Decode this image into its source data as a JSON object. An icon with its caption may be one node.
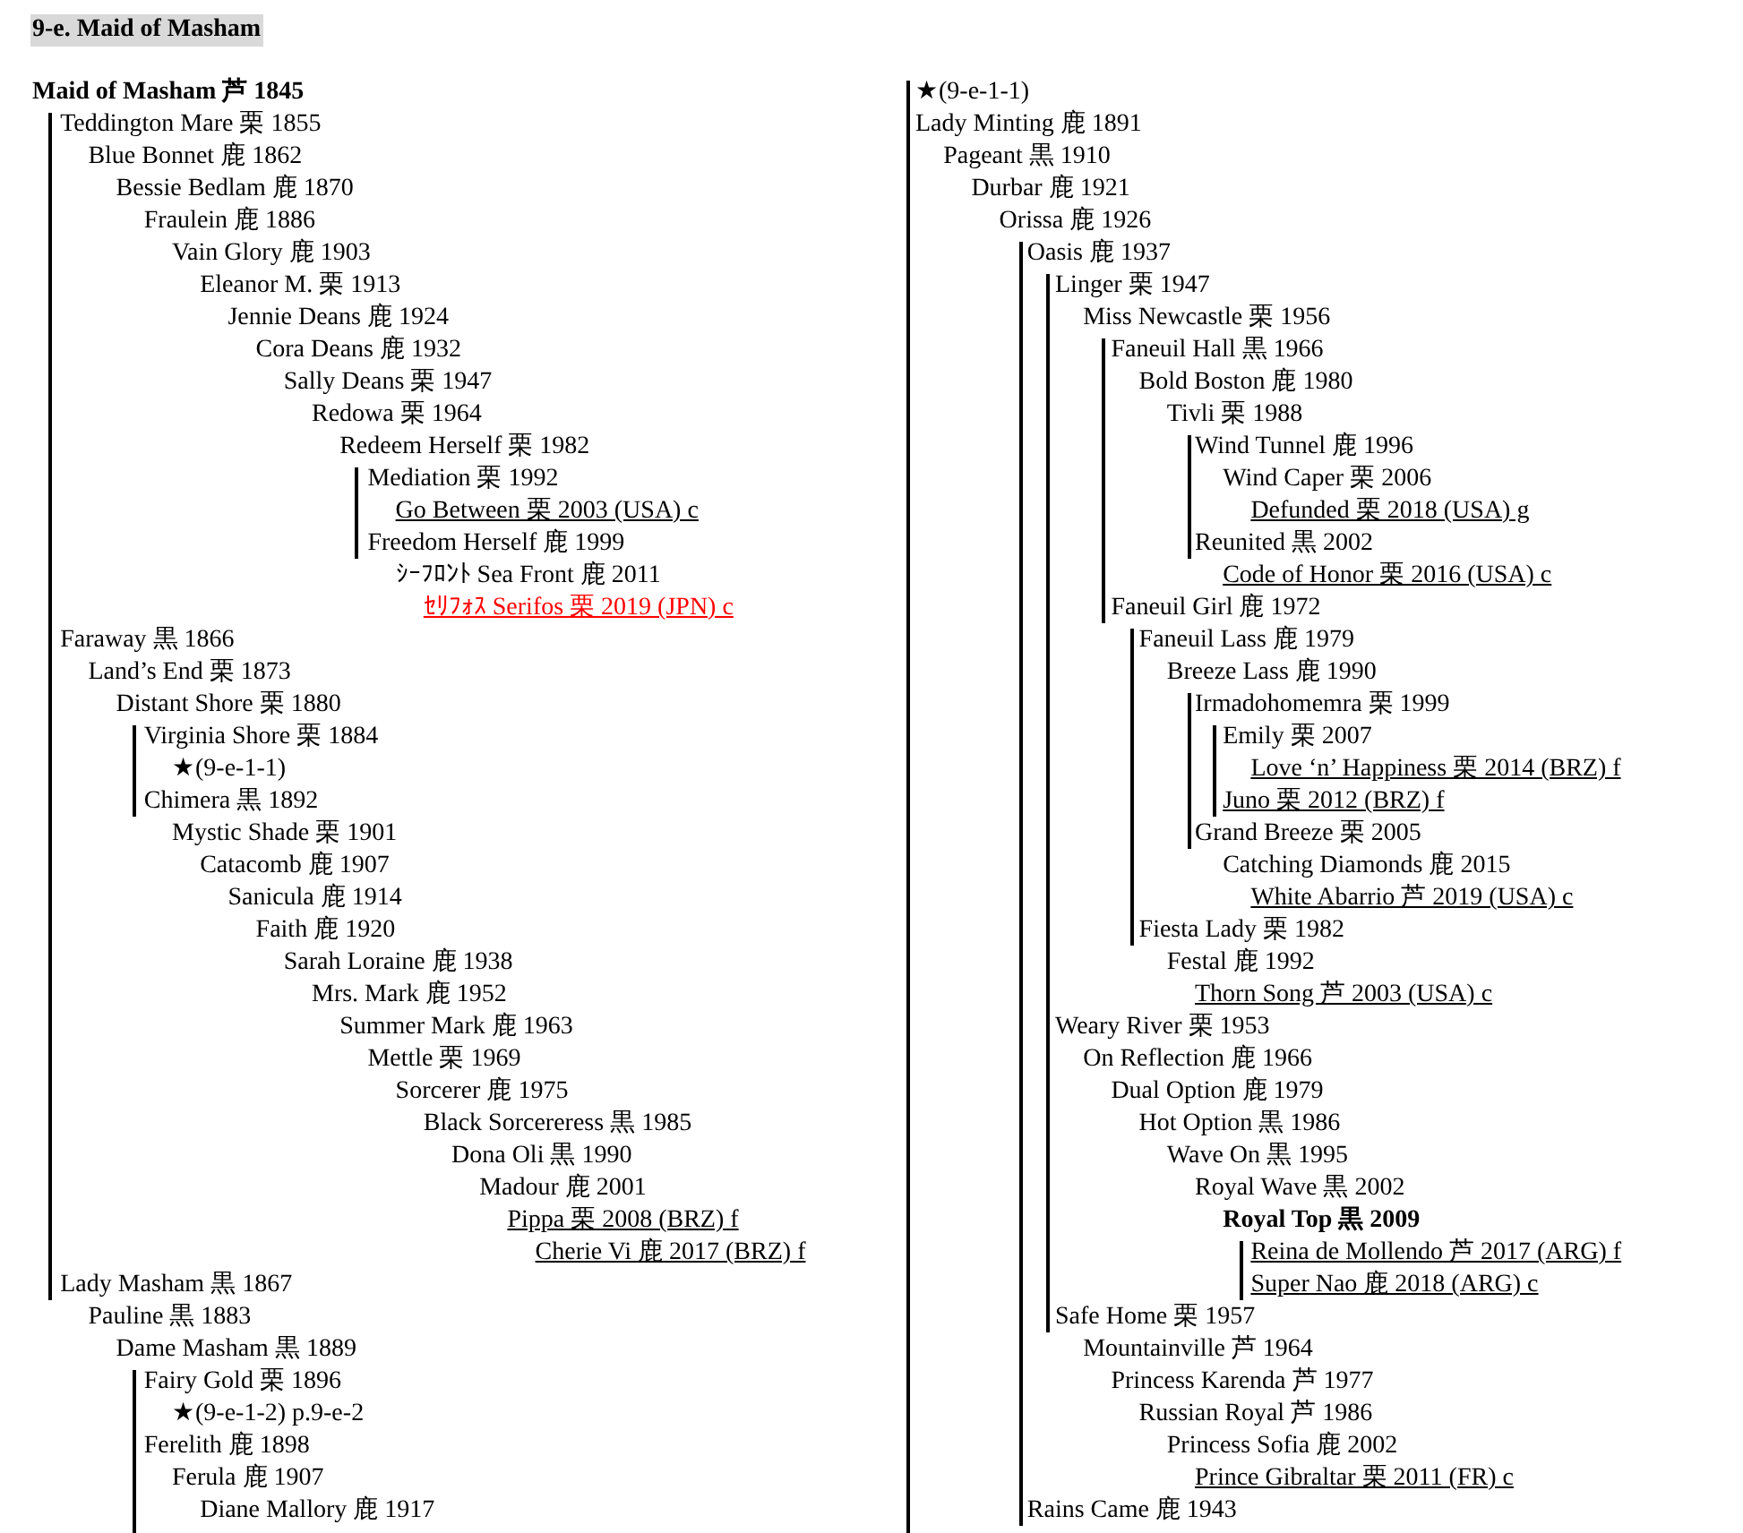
{
  "diagram": {
    "title": "9-e. Maid of Masham",
    "labels": [
      "Maid of Masham 芦 1845",
      "Teddington Mare 栗 1855",
      "Blue Bonnet 鹿 1862",
      "Bessie Bedlam 鹿 1870",
      "Fraulein 鹿 1886",
      "Vain Glory 鹿 1903",
      "Eleanor M. 栗 1913",
      "Jennie Deans 鹿 1924",
      "Cora Deans 鹿 1932",
      "Sally Deans 栗 1947",
      "Redowa 栗 1964",
      "Redeem Herself 栗 1982",
      "Mediation 栗 1992",
      "Go Between 栗 2003 (USA) c",
      "Freedom Herself 鹿 1999",
      "ｼｰﾌﾛﾝﾄ Sea Front 鹿 2011",
      "ｾﾘﾌｫｽ Serifos 栗 2019 (JPN) c",
      "Faraway 黒 1866",
      "Land’s End 栗 1873",
      "Distant Shore 栗 1880",
      "Virginia Shore 栗 1884",
      "★(9-e-1-1)",
      "Chimera 黒 1892",
      "Mystic Shade 栗 1901",
      "Catacomb 鹿 1907",
      "Sanicula 鹿 1914",
      "Faith 鹿 1920",
      "Sarah Loraine 鹿 1938",
      "Mrs. Mark 鹿 1952",
      "Summer Mark 鹿 1963",
      "Mettle 栗 1969",
      "Sorcerer 鹿 1975",
      "Black Sorcereress 黒 1985",
      "Dona Oli 黒 1990",
      "Madour 鹿 2001",
      "Pippa 栗 2008 (BRZ) f",
      "Cherie Vi 鹿 2017 (BRZ) f",
      "Lady Masham 黒 1867",
      "Pauline 黒 1883",
      "Dame Masham 黒 1889",
      "Fairy Gold 栗 1896",
      "★(9-e-1-2) p.9-e-2",
      "Ferelith 鹿 1898",
      "Ferula 鹿 1907",
      "Diane Mallory 鹿 1917",
      "★(9-e-1-1)",
      "Lady Minting 鹿 1891",
      "Pageant 黒 1910",
      "Durbar 鹿 1921",
      "Orissa 鹿 1926",
      "Oasis 鹿 1937",
      "Linger 栗 1947",
      "Miss Newcastle 栗 1956",
      "Faneuil Hall 黒 1966",
      "Bold Boston 鹿 1980",
      "Tivli 栗 1988",
      "Wind Tunnel 鹿 1996",
      "Wind Caper 栗 2006",
      "Defunded 栗 2018 (USA) g",
      "Reunited 黒 2002",
      "Code of Honor 栗 2016 (USA) c",
      "Faneuil Girl 鹿 1972",
      "Faneuil Lass 鹿 1979",
      "Breeze Lass 鹿 1990",
      "Irmadohomemra 栗 1999",
      "Emily 栗 2007",
      "Love ‘n’ Happiness 栗 2014 (BRZ) f",
      "Juno 栗 2012 (BRZ) f",
      "Grand Breeze 栗 2005",
      "Catching Diamonds 鹿 2015",
      "White Abarrio 芦 2019 (USA) c",
      "Fiesta Lady 栗 1982",
      "Festal 鹿 1992",
      "Thorn Song 芦 2003 (USA) c",
      "Weary River 栗 1953",
      "On Reflection 鹿 1966",
      "Dual Option 鹿 1979",
      "Hot Option 黒 1986",
      "Wave On 黒 1995",
      "Royal Wave 黒 2002",
      "Royal Top 黒 2009",
      "Reina de Mollendo 芦 2017 (ARG) f",
      "Super Nao 鹿 2018 (ARG) c",
      "Safe Home 栗 1957",
      "Mountainville 芦 1964",
      "Princess Karenda 芦 1977",
      "Russian Royal 芦 1986",
      "Princess Sofia 鹿 2002",
      "Prince Gibraltar 栗 2011 (FR) c",
      "Rains Came 鹿 1943"
    ]
  }
}
